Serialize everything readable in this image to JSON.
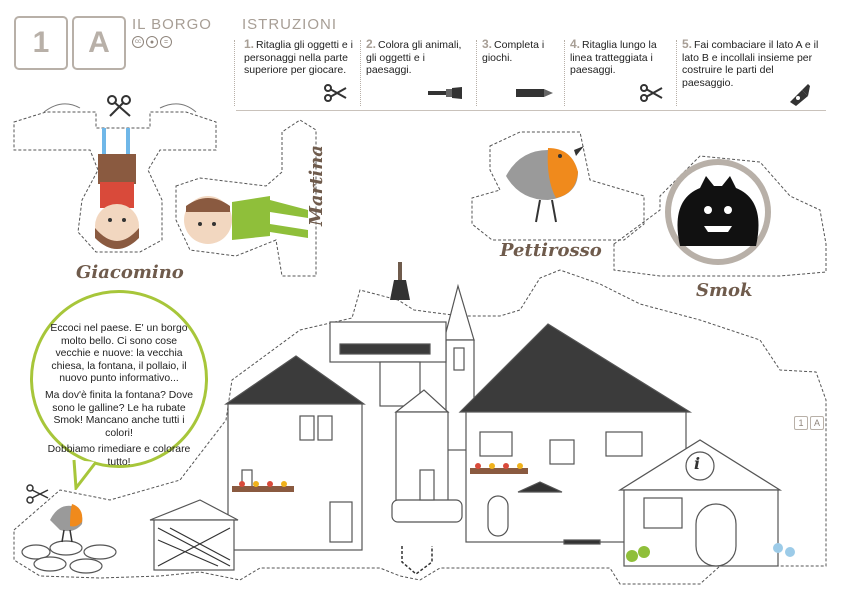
{
  "header": {
    "box_number": "1",
    "box_letter": "A",
    "title": "IL BORGO",
    "license_icons": [
      "cc-icon",
      "by-icon",
      "eq-icon"
    ],
    "instructions_title": "ISTRUZIONI"
  },
  "steps": [
    {
      "num": "1.",
      "text": "Ritaglia gli oggetti e i personaggi nella parte superiore per giocare.",
      "icon": "scissors-icon"
    },
    {
      "num": "2.",
      "text": "Colora gli animali, gli oggetti e i paesaggi.",
      "icon": "paintbrush-icon"
    },
    {
      "num": "3.",
      "text": "Completa i giochi.",
      "icon": "pencil-icon"
    },
    {
      "num": "4.",
      "text": "Ritaglia lungo la linea tratteggiata i paesaggi.",
      "icon": "scissors-icon"
    },
    {
      "num": "5.",
      "text": "Fai combaciare il lato A e il lato B e incollali insieme per costruire le parti del paesaggio.",
      "icon": "glue-icon"
    }
  ],
  "characters": {
    "giacomino": "Giacomino",
    "martina": "Martina",
    "pettirosso": "Pettirosso",
    "smok": "Smok"
  },
  "bubble": {
    "p1": "Eccoci nel paese. E' un borgo molto bello. Ci sono cose vecchie e nuove: la vecchia chiesa, la fontana, il pollaio, il nuovo punto informativo...",
    "p2": "Ma dov'è finita la fontana? Dove sono le galline? Le ha rubate Smok! Mancano anche tutti i colori!",
    "p3": "Dobbiamo rimediare e colorare tutto!"
  },
  "side_badge": {
    "number": "1",
    "letter": "A"
  },
  "info_sign": "i",
  "colors": {
    "accent_green": "#a7c63a",
    "robin_orange": "#f08a1c",
    "brown": "#6f5b4c",
    "grey": "#b8b0a8"
  }
}
